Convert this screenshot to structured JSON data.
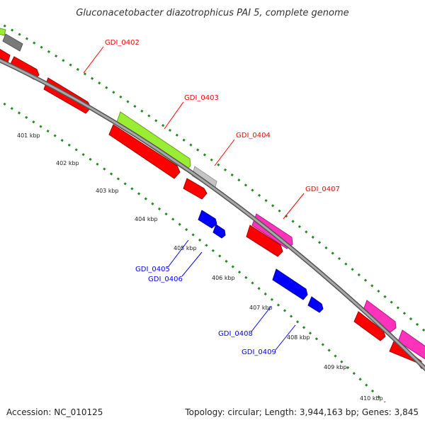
{
  "title": "Gluconacetobacter diazotrophicus PAI 5, complete genome",
  "footer": {
    "accession": "Accession: NC_010125",
    "summary": "Topology: circular; Length: 3,944,163 bp; Genes: 3,845"
  },
  "colors": {
    "backbone": "#808080",
    "tick": "#228b22",
    "red_gene": "#ff0000",
    "blue_gene": "#0000ff",
    "lime_gene": "#99ee33",
    "magenta_gene": "#ff33bb",
    "gray_gene": "#7a7a7a",
    "silver_gene": "#c4c4c4",
    "label_red": "#ff0000",
    "label_blue": "#0000ff"
  },
  "scale_labels": [
    "401 kbp",
    "402 kbp",
    "403 kbp",
    "404 kbp",
    "405 kbp",
    "406 kbp",
    "407 kbp",
    "408 kbp",
    "409 kbp",
    "410 kbp"
  ],
  "gene_labels": {
    "gdi_0402": "GDI_0402",
    "gdi_0403": "GDI_0403",
    "gdi_0404": "GDI_0404",
    "gdi_0407": "GDI_0407",
    "gdi_0405": "GDI_0405",
    "gdi_0406": "GDI_0406",
    "gdi_0408": "GDI_0408",
    "gdi_0409": "GDI_0409"
  }
}
